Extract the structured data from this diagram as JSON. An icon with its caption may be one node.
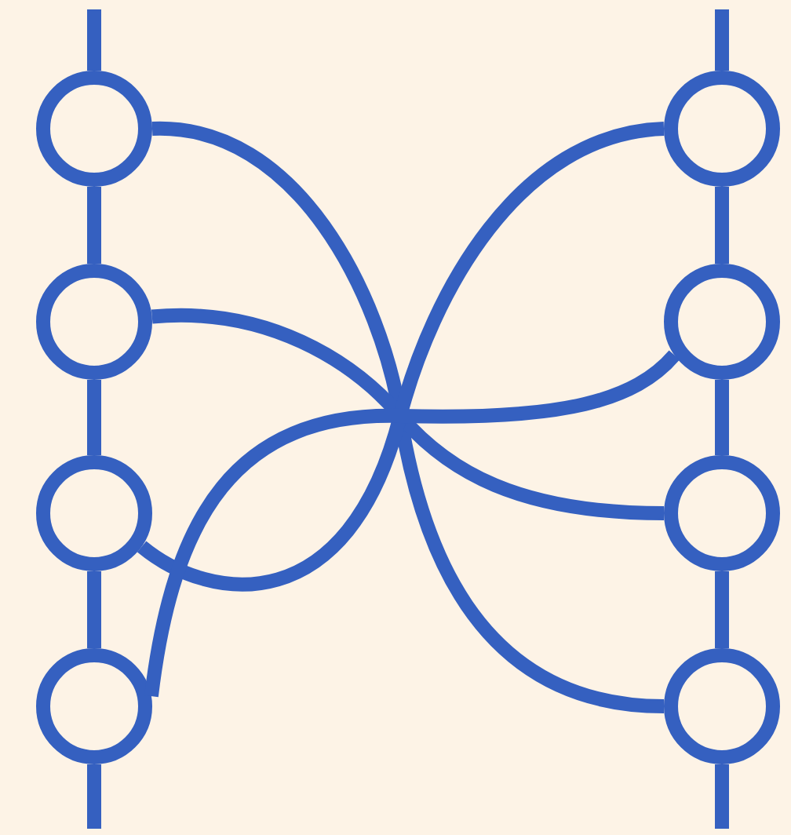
{
  "diagram": {
    "nodes": [
      {
        "text": [],
        "shape": "circle"
      },
      {
        "text": [],
        "shape": "circle"
      },
      {
        "text": [],
        "shape": "circle"
      },
      {
        "text": [],
        "shape": "circle"
      },
      {
        "text": [],
        "shape": "circle"
      },
      {
        "text": [],
        "shape": "circle"
      },
      {
        "text": [],
        "shape": "circle"
      },
      {
        "text": [],
        "shape": "circle"
      }
    ],
    "edges": [
      {
        "from": 0,
        "to": 1,
        "arrow": "none"
      },
      {
        "from": 1,
        "to": 2,
        "arrow": "none"
      },
      {
        "from": 2,
        "to": 3,
        "arrow": "none"
      },
      {
        "from": 4,
        "to": 5,
        "arrow": "none"
      },
      {
        "from": 5,
        "to": 6,
        "arrow": "none"
      },
      {
        "from": 6,
        "to": 7,
        "arrow": "none"
      },
      {
        "from": 0,
        "to": 7,
        "arrow": "none"
      },
      {
        "from": 1,
        "to": 6,
        "arrow": "none"
      },
      {
        "from": 2,
        "to": 4,
        "arrow": "none"
      },
      {
        "from": 3,
        "to": 5,
        "arrow": "none"
      }
    ]
  }
}
